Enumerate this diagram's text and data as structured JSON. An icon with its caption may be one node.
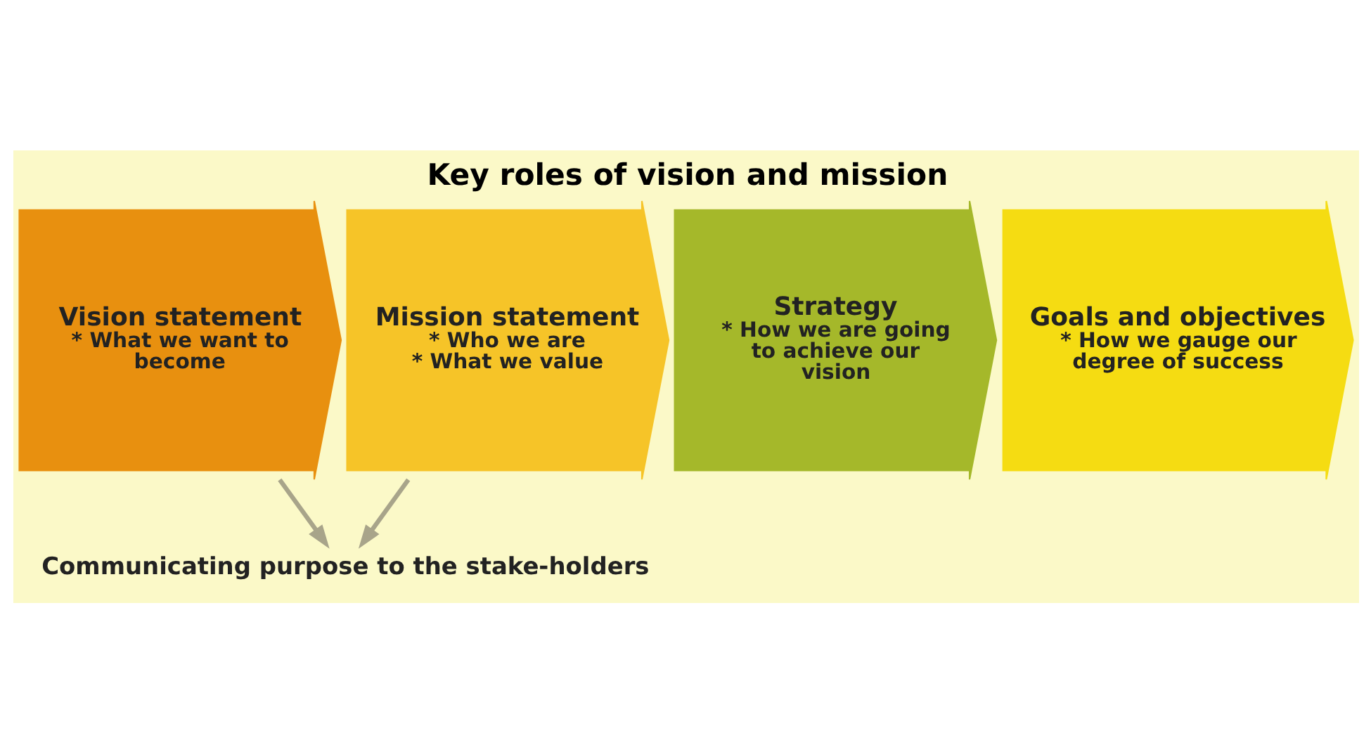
{
  "diagram": {
    "title": "Key roles of vision and mission",
    "nodes": [
      {
        "text": [
          "Vision statement",
          "* What we want to become"
        ]
      },
      {
        "text": [
          "Mission statement",
          "* Who we are",
          "* What we value"
        ]
      },
      {
        "text": [
          "Strategy",
          "* How we are going to achieve our vision"
        ]
      },
      {
        "text": [
          "Goals and objectives",
          "* How we gauge our degree of success"
        ]
      },
      {
        "text": [
          "Communicating purpose to the stake-holders"
        ]
      }
    ],
    "edges": [
      {
        "from": 0,
        "to": 4,
        "arrow": "to"
      },
      {
        "from": 1,
        "to": 4,
        "arrow": "to"
      }
    ]
  }
}
